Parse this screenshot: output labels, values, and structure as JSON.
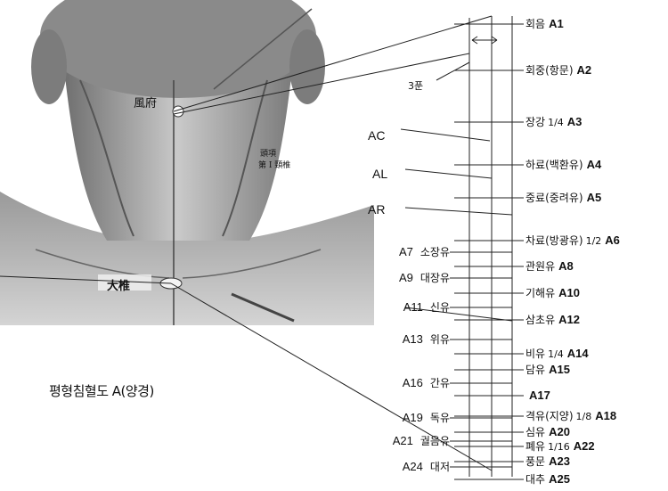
{
  "caption": "평형침혈도 A(양경)",
  "measure_label": "3푼",
  "photo_labels": {
    "top": "風府",
    "bottom": "大椎",
    "side1": "頭項",
    "side2": "第 I 頸椎"
  },
  "side_codes": {
    "ac": "AC",
    "al": "AL",
    "ar": "AR"
  },
  "right_points": [
    {
      "name": "회음",
      "code": "A1",
      "frac": ""
    },
    {
      "name": "회중(항문)",
      "code": "A2",
      "frac": ""
    },
    {
      "name": "장강",
      "code": "A3",
      "frac": "1/4"
    },
    {
      "name": "하료(백환유)",
      "code": "A4",
      "frac": ""
    },
    {
      "name": "중료(중려유)",
      "code": "A5",
      "frac": ""
    },
    {
      "name": "차료(방광유)",
      "code": "A6",
      "frac": "1/2"
    },
    {
      "name": "관원유",
      "code": "A8",
      "frac": ""
    },
    {
      "name": "기해유",
      "code": "A10",
      "frac": ""
    },
    {
      "name": "삼초유",
      "code": "A12",
      "frac": ""
    },
    {
      "name": "비유",
      "code": "A14",
      "frac": "1/4"
    },
    {
      "name": "담유",
      "code": "A15",
      "frac": ""
    },
    {
      "name": "",
      "code": "A17",
      "frac": ""
    },
    {
      "name": "격유(지양)",
      "code": "A18",
      "frac": "1/8"
    },
    {
      "name": "심유",
      "code": "A20",
      "frac": ""
    },
    {
      "name": "폐유",
      "code": "A22",
      "frac": "1/16"
    },
    {
      "name": "풍문",
      "code": "A23",
      "frac": ""
    },
    {
      "name": "대추",
      "code": "A25",
      "frac": ""
    }
  ],
  "left_points": [
    {
      "code": "A7",
      "name": "소장유"
    },
    {
      "code": "A9",
      "name": "대장유"
    },
    {
      "code": "A11",
      "name": "신유"
    },
    {
      "code": "A13",
      "name": "위유"
    },
    {
      "code": "A16",
      "name": "간유"
    },
    {
      "code": "A19",
      "name": "독유"
    },
    {
      "code": "A21",
      "name": "궐음유"
    },
    {
      "code": "A24",
      "name": "대저"
    }
  ]
}
